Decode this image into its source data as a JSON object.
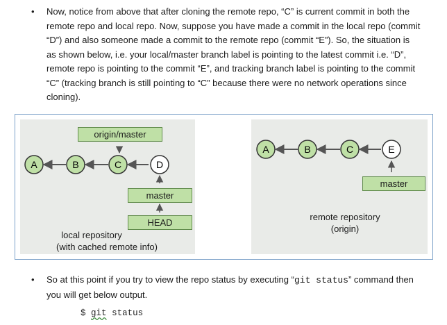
{
  "bullets": {
    "p1": "Now, notice from above that after cloning the remote repo, “C” is current commit in both the remote repo and local repo. Now, suppose you have made a commit in the local repo (commit “D”) and also someone made a commit to the remote repo (commit “E”). So, the situation is as shown below, i.e. your local/master branch label is pointing to the latest commit i.e. “D”, remote repo is pointing to the commit “E”, and tracking branch label is pointing to the commit “C” (tracking branch is still pointing to “C” because there were no network operations since cloning).",
    "p2_before": "So at this point if you try to view the repo status by executing “",
    "p2_code": "git status",
    "p2_after": "” command then you will get below output."
  },
  "command": {
    "prompt": "$",
    "git": "git",
    "rest": "status"
  },
  "figure": {
    "local": {
      "commits": [
        "A",
        "B",
        "C",
        "D"
      ],
      "tracking_label": "origin/master",
      "branch_label": "master",
      "head_label": "HEAD",
      "caption_line1": "local repository",
      "caption_line2": "(with cached remote info)"
    },
    "remote": {
      "commits": [
        "A",
        "B",
        "C",
        "E"
      ],
      "branch_label": "master",
      "caption_line1": "remote repository",
      "caption_line2": "(origin)"
    }
  },
  "colors": {
    "label_fill": "#bfe0a6",
    "commit_fill": "#bfe0a6",
    "panel_bg": "#e9ebe8",
    "border": "#7aa0c8"
  }
}
